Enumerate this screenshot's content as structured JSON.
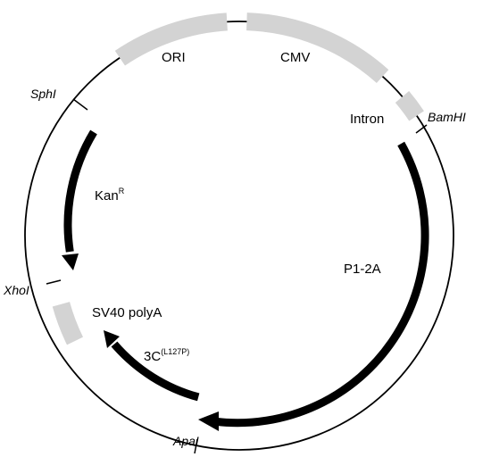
{
  "plasmid": {
    "features": [
      {
        "id": "ori",
        "label": "ORI"
      },
      {
        "id": "cmv",
        "label": "CMV"
      },
      {
        "id": "intron",
        "label": "Intron"
      },
      {
        "id": "kan",
        "label": "Kan",
        "sup": "R"
      },
      {
        "id": "sv40",
        "label": "SV40 polyA"
      },
      {
        "id": "p12a",
        "label": "P1-2A"
      },
      {
        "id": "3c",
        "label": "3C",
        "sup": "(L127P)"
      }
    ],
    "sites": [
      {
        "id": "sphi",
        "label": "SphI"
      },
      {
        "id": "bamhi",
        "label": "BamHI"
      },
      {
        "id": "xhoi",
        "label": "XhoI"
      },
      {
        "id": "apai",
        "label": "ApaI"
      }
    ],
    "colors": {
      "backbone": "#000000",
      "feature_box": "#d3d3d3",
      "arrow": "#000000"
    }
  }
}
